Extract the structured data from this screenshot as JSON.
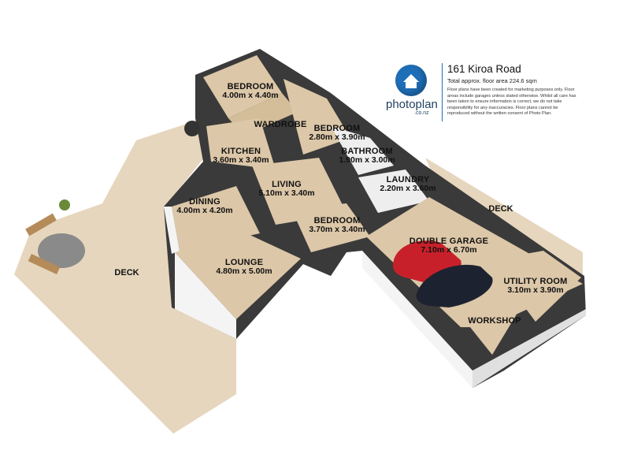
{
  "header": {
    "address": "161 Kiroa Road",
    "area": "Total approx. floor area 224.6 sqm",
    "disclaimer": "Floor plans have been created for marketing purposes only. Floor areas include garages unless stated otherwise. Whilst all care has been taken to ensure information is correct, we do not take responsibility for any inaccuracies. Floor plans cannot be reproduced without the written consent of Photo Plan."
  },
  "logo": {
    "name": "photoplan",
    "suffix": ".co.nz",
    "icon": "house-icon",
    "color": "#1f6fb8"
  },
  "rooms": [
    {
      "name": "BEDROOM",
      "dims": "4.00m x 4.40m"
    },
    {
      "name": "WARDROBE",
      "dims": ""
    },
    {
      "name": "BEDROOM",
      "dims": "2.80m x 3.90m"
    },
    {
      "name": "BATHROOM",
      "dims": "1.90m x 3.00m"
    },
    {
      "name": "KITCHEN",
      "dims": "3.60m x 3.40m"
    },
    {
      "name": "LIVING",
      "dims": "5.10m x 3.40m"
    },
    {
      "name": "LAUNDRY",
      "dims": "2.20m x 3.60m"
    },
    {
      "name": "DINING",
      "dims": "4.00m x 4.20m"
    },
    {
      "name": "BEDROOM",
      "dims": "3.70m x 3.40m"
    },
    {
      "name": "DOUBLE GARAGE",
      "dims": "7.10m x 6.70m"
    },
    {
      "name": "LOUNGE",
      "dims": "4.80m x 5.00m"
    },
    {
      "name": "UTILITY ROOM",
      "dims": "3.10m x 3.90m"
    },
    {
      "name": "WORKSHOP",
      "dims": ""
    }
  ],
  "decks": [
    "DECK",
    "DECK"
  ],
  "colors": {
    "floor": "#dcc7a8",
    "deck": "#e6d6bd",
    "wall_top": "#3a3a3a",
    "wall_face": "#f4f4f4",
    "car_red": "#c8202a",
    "car_black": "#1d2230"
  }
}
